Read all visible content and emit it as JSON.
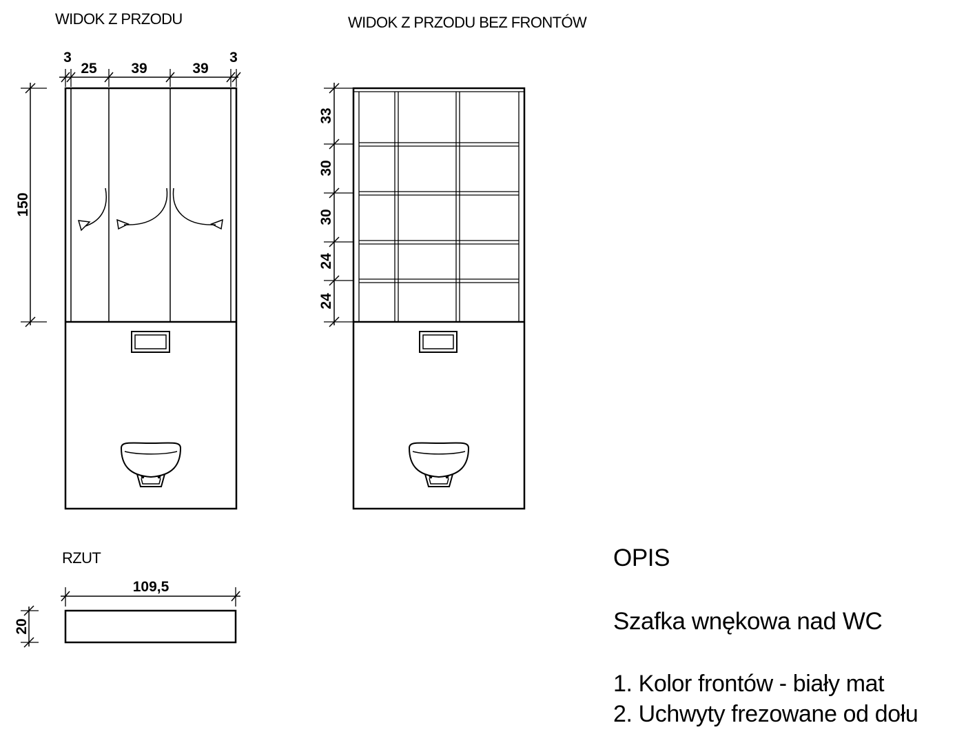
{
  "titles": {
    "front_view": "WIDOK Z PRZODU",
    "front_view_no_fronts": "WIDOK Z PRZODU BEZ FRONTÓW",
    "plan": "RZUT"
  },
  "front_dims": {
    "widths": [
      "3",
      "25",
      "39",
      "39",
      "3"
    ],
    "height": "150"
  },
  "interior_dims": {
    "shelves": [
      "33",
      "30",
      "30",
      "24",
      "24"
    ]
  },
  "plan_dims": {
    "width": "109,5",
    "depth": "20"
  },
  "description": {
    "heading": "OPIS",
    "subtitle": "Szafka wnękowa nad WC",
    "items": [
      "1. Kolor frontów - biały mat",
      "2. Uchwyty frezowane od dołu"
    ]
  }
}
